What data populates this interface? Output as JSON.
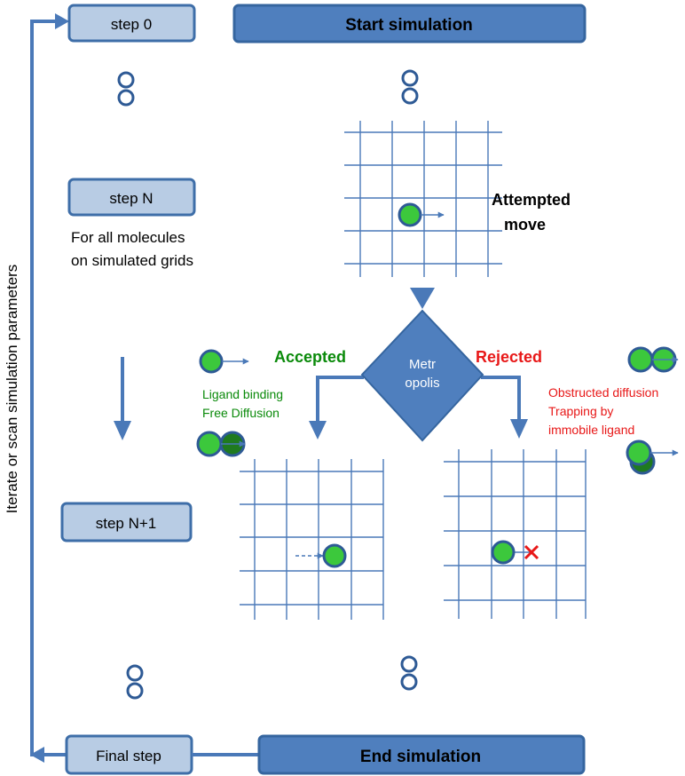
{
  "steps": {
    "step0": "step 0",
    "stepN": "step N",
    "stepN1": "step N+1",
    "final": "Final step"
  },
  "start_label": "Start simulation",
  "end_label": "End simulation",
  "side_label": "Iterate or scan simulation parameters",
  "stepN_note": [
    "For all molecules",
    "on simulated grids"
  ],
  "attempted": [
    "Attempted",
    "move"
  ],
  "metropolis": [
    "Metr",
    "opolis"
  ],
  "accepted": {
    "title": "Accepted",
    "lines": [
      "Ligand binding",
      "Free Diffusion"
    ]
  },
  "rejected": {
    "title": "Rejected",
    "lines": [
      "Obstructed diffusion",
      "Trapping by",
      "immobile ligand"
    ]
  },
  "colors": {
    "accepted": "#0a8a0a",
    "rejected": "#e81818",
    "box_light": "#b8cce4",
    "box_dark": "#4f7fbe",
    "molecule": "#3cc83c"
  },
  "icons": {
    "reject_mark": "x-mark-icon",
    "continuation": "ellipsis-circles-icon"
  }
}
